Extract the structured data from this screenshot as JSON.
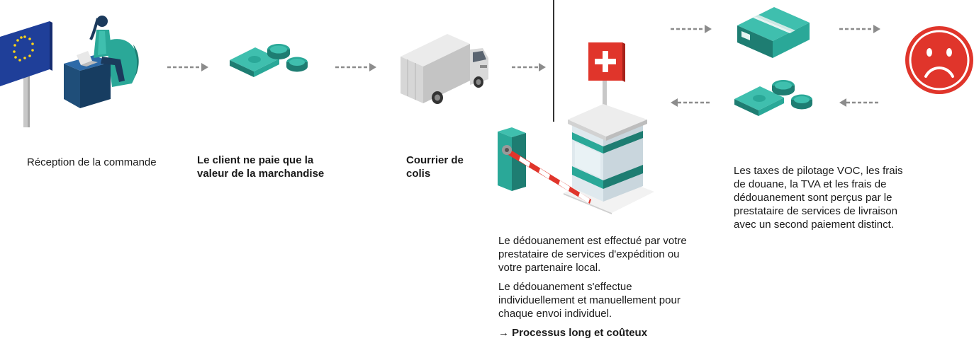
{
  "colors": {
    "teal": "#2aa898",
    "teal_dark": "#1e7d72",
    "navy": "#1f4e79",
    "red": "#e0352b",
    "arrow_gray": "#8c8c8c",
    "truck_gray": "#d6d6d6"
  },
  "icons": [
    "eu-flag-icon",
    "person-at-desk-icon",
    "money-icon",
    "delivery-truck-icon",
    "swiss-flag-icon",
    "customs-barrier-icon",
    "customs-booth-icon",
    "parcel-box-icon",
    "sad-face-icon"
  ],
  "steps": {
    "order": {
      "label": "Réception de la commande"
    },
    "payment": {
      "line1": "Le client ne paie que la",
      "line2": "valeur de la marchandise"
    },
    "courier": {
      "line1": "Courrier de",
      "line2": "colis"
    },
    "customs": {
      "para1": [
        "Le dédouanement est effectué par votre",
        "prestataire de services d'expédition ou",
        "votre partenaire local."
      ],
      "para2": [
        "Le dédouanement s'effectue",
        "individuellement et manuellement pour",
        "chaque envoi individuel."
      ],
      "conclusion": "→ Processus long et coûteux"
    },
    "fees": {
      "lines": [
        "Les taxes de pilotage VOC, les frais",
        "de douane, la TVA et les frais de",
        "dédouanement sont perçus par le",
        "prestataire de services de livraison",
        "avec un second paiement distinct."
      ]
    }
  }
}
